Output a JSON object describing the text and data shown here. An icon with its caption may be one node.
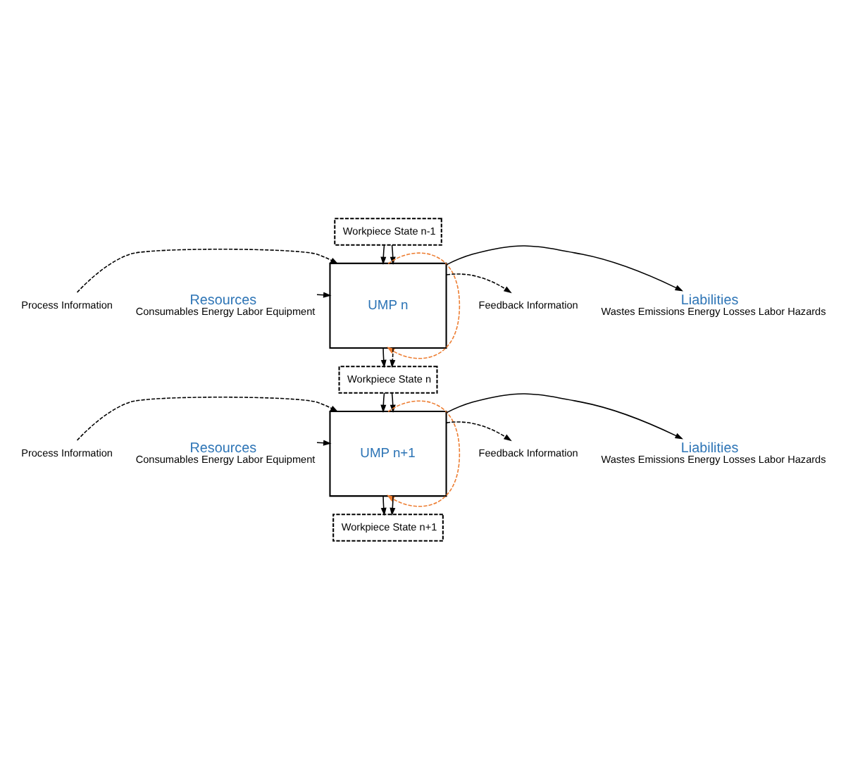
{
  "diagram": {
    "nodes": [
      {
        "text": [
          "Workpiece State n-1"
        ]
      },
      {
        "text": [
          "Process Information"
        ]
      },
      {
        "text": [
          "Resources",
          "Consumables Energy Labor Equipment"
        ]
      },
      {
        "text": [
          "UMP n"
        ]
      },
      {
        "text": [
          "Feedback Information"
        ]
      },
      {
        "text": [
          "Liabilities",
          "Wastes Emissions Energy Losses Labor Hazards"
        ]
      },
      {
        "text": [
          "Workpiece State n"
        ]
      },
      {
        "text": [
          "Process Information"
        ]
      },
      {
        "text": [
          "Resources",
          "Consumables Energy Labor Equipment"
        ]
      },
      {
        "text": [
          "UMP n+1"
        ]
      },
      {
        "text": [
          "Feedback Information"
        ]
      },
      {
        "text": [
          "Liabilities",
          "Wastes Emissions Energy Losses Labor Hazards"
        ]
      },
      {
        "text": [
          "Workpiece State n+1"
        ]
      }
    ],
    "edges": [
      {
        "from": 0,
        "to": 3,
        "arrow": "to"
      },
      {
        "from": 0,
        "to": 3,
        "arrow": "to"
      },
      {
        "from": 1,
        "to": 3,
        "arrow": "to",
        "style": "dashed"
      },
      {
        "from": 2,
        "to": 3,
        "arrow": "to"
      },
      {
        "from": 3,
        "to": 3,
        "arrow": "to",
        "style": "dashed",
        "color": "#ed7d31"
      },
      {
        "from": 3,
        "to": 4,
        "arrow": "to",
        "style": "dashed"
      },
      {
        "from": 3,
        "to": 5,
        "arrow": "to"
      },
      {
        "from": 3,
        "to": 6,
        "arrow": "to"
      },
      {
        "from": 3,
        "to": 6,
        "arrow": "to",
        "style": "dashed"
      },
      {
        "from": 6,
        "to": 9,
        "arrow": "to"
      },
      {
        "from": 6,
        "to": 9,
        "arrow": "to"
      },
      {
        "from": 7,
        "to": 9,
        "arrow": "to",
        "style": "dashed"
      },
      {
        "from": 8,
        "to": 9,
        "arrow": "to"
      },
      {
        "from": 9,
        "to": 9,
        "arrow": "to",
        "style": "dashed",
        "color": "#ed7d31"
      },
      {
        "from": 9,
        "to": 10,
        "arrow": "to",
        "style": "dashed"
      },
      {
        "from": 9,
        "to": 11,
        "arrow": "to"
      },
      {
        "from": 9,
        "to": 12,
        "arrow": "to"
      },
      {
        "from": 9,
        "to": 12,
        "arrow": "to"
      }
    ]
  }
}
